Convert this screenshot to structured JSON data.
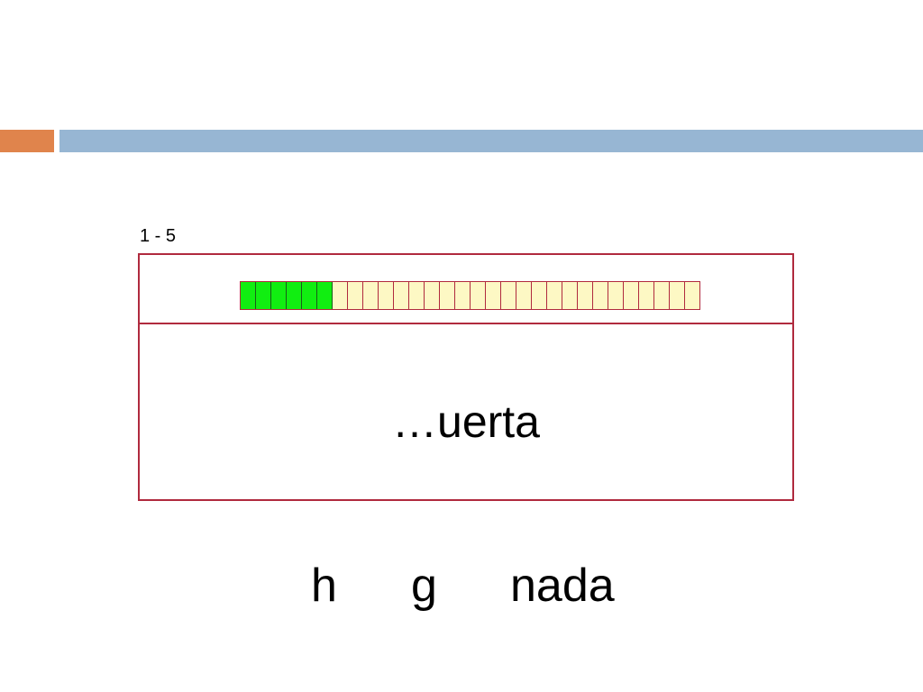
{
  "slide": {
    "range_label": "1 - 5",
    "word": "…uerta",
    "progress": {
      "total_cells": 30,
      "filled_cells": 6,
      "filled_color": "#11ee11",
      "empty_color": "#fdf8c4",
      "border_color": "#b02a3e"
    },
    "options": [
      {
        "label": "h"
      },
      {
        "label": "g"
      },
      {
        "label": "nada"
      }
    ],
    "colors": {
      "accent_orange": "#e0844c",
      "accent_blue": "#97b6d3",
      "panel_border": "#b02a3e"
    }
  }
}
